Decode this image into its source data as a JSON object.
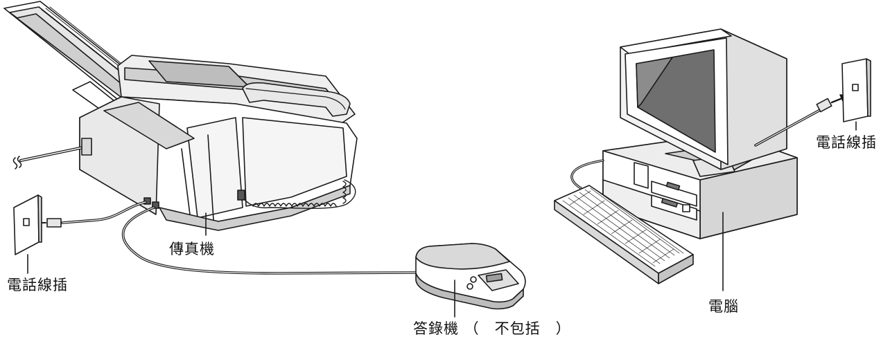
{
  "labels": {
    "jack_left": "電話線插",
    "fax": "傳真機",
    "answering_machine": "答錄機 （　不包括　）",
    "jack_right": "電話線插",
    "computer": "電腦"
  },
  "colors": {
    "line": "#1a1a1a",
    "body": "#ffffff",
    "shade": "#d9d9d9",
    "dark": "#8c8c8c",
    "screen": "#6f6f6f"
  },
  "icons": [
    "fax-machine-icon",
    "answering-machine-icon",
    "computer-icon",
    "monitor-icon",
    "keyboard-icon",
    "wall-jack-icon",
    "phone-plug-icon"
  ]
}
